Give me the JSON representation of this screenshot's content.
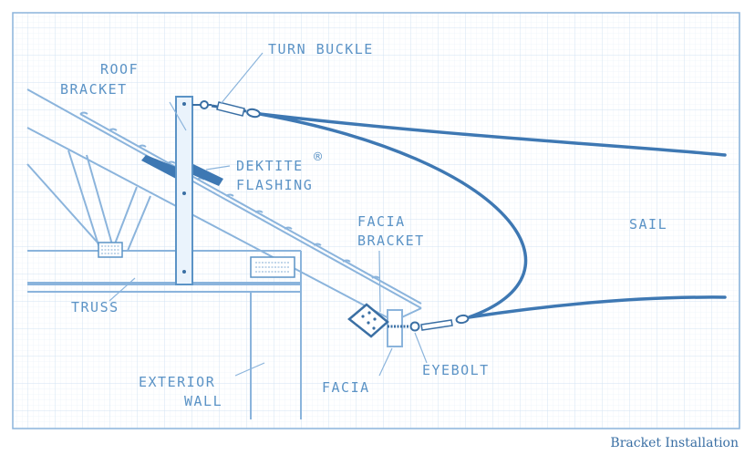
{
  "labels": {
    "turn_buckle": "TURN BUCKLE",
    "roof": "ROOF",
    "bracket": "BRACKET",
    "dektite": "DEKTITE",
    "dektite_mark": "®",
    "flashing": "FLASHING",
    "facia_bracket_1": "FACIA",
    "facia_bracket_2": "BRACKET",
    "sail": "SAIL",
    "truss": "TRUSS",
    "exterior": "EXTERIOR",
    "wall": "WALL",
    "facia": "FACIA",
    "eyebolt": "EYEBOLT"
  },
  "caption": "Bracket Installation",
  "colors": {
    "grid": "#dbe8f5",
    "line": "#8bb4dc",
    "dark": "#3e78b3",
    "text": "#5b93c6"
  }
}
